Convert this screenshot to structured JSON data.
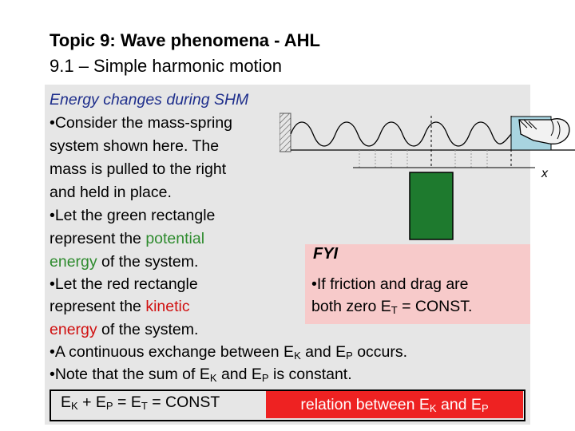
{
  "header": {
    "title": "Topic 9: Wave phenomena - AHL",
    "subtitle": "9.1 – Simple harmonic motion"
  },
  "content": {
    "heading": "Energy changes during SHM",
    "bullet": "•",
    "l1": "Consider the mass-spring",
    "l2": "system shown here. The",
    "l3": "mass is pulled to the right",
    "l4": "and held in place.",
    "l5": "Let the green rectangle",
    "l6": "represent the ",
    "l6_colored": "potential",
    "l7_colored": "energy",
    "l7": " of the system.",
    "l8": "Let the red rectangle",
    "l9": "represent the ",
    "l9_colored": "kinetic",
    "l10_colored": "energy",
    "l10": " of the system.",
    "l11_a": "A continuous exchange between E",
    "l11_b": " and E",
    "l11_c": " occurs.",
    "l12_a": "Note that the sum of E",
    "l12_b": " and E",
    "l12_c": " is constant.",
    "sub_k": "K",
    "sub_p": "P",
    "sub_t": "T"
  },
  "fyi": {
    "title": "FYI",
    "l1": "If friction and drag are",
    "l2_a": "both zero E",
    "l2_b": " = CONST."
  },
  "equation": {
    "a": "E",
    "b": " + E",
    "c": " = E",
    "d": " = CONST"
  },
  "relation_button": {
    "a": "relation between E",
    "b": " and E"
  },
  "diagram": {
    "x_label": "x",
    "potential_color": "#1e7a2e",
    "mass_color": "#a8d4e0",
    "wall_color": "#e0e0e0"
  }
}
